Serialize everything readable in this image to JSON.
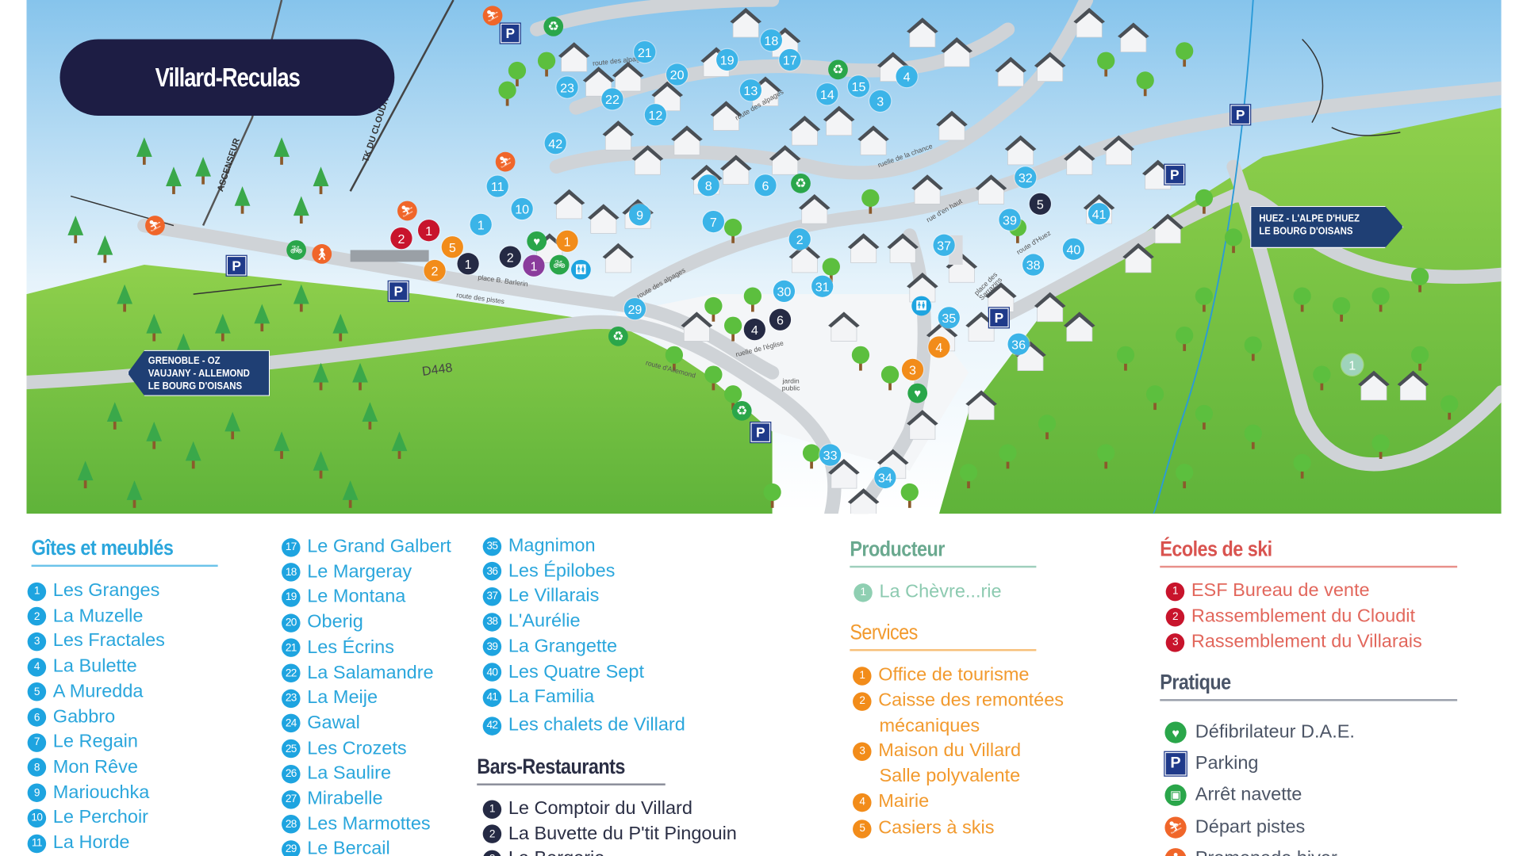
{
  "map": {
    "title": "Villard-Reculas",
    "sign_left": [
      "GRENOBLE - OZ",
      "VAUJANY - ALLEMOND",
      "LE BOURG D'OISANS"
    ],
    "sign_right": [
      "HUEZ - L'ALPE D'HUEZ",
      "LE BOURG D'OISANS"
    ],
    "road_number": "D448",
    "lifts": {
      "elevator": "ASCENSEUR",
      "tow": "TK DU CLOUDIT"
    },
    "road_labels": {
      "alpages_1": "route des alpages",
      "alpages_2": "route des alpages",
      "alpages_3": "route des alpages",
      "chance": "ruelle de la chance",
      "en_haut": "rue d'en haut",
      "huez": "route d'Huez",
      "sarrazins": "place des Sarrazins",
      "allemond": "route d'Allemond",
      "eglise": "ruelle de l'église",
      "jardin": "jardin public",
      "barlerin": "place B. Barlerin",
      "pistes": "route des pistes"
    },
    "markers": {
      "gites": [
        "21",
        "18",
        "19",
        "17",
        "20",
        "23",
        "22",
        "13",
        "14",
        "15",
        "4",
        "3",
        "12",
        "42",
        "11",
        "10",
        "8",
        "6",
        "9",
        "7",
        "1",
        "2",
        "32",
        "39",
        "41",
        "37",
        "40",
        "38",
        "30",
        "31",
        "29",
        "35",
        "36",
        "33",
        "34"
      ],
      "bars": [
        "1",
        "2",
        "5",
        "4",
        "6"
      ],
      "purple": [
        "1"
      ],
      "ski_schools": [
        "2",
        "1"
      ],
      "services": [
        "5",
        "2",
        "1",
        "4",
        "3"
      ],
      "producer": [
        "1"
      ]
    },
    "colors": {
      "gites": "#3bb4e8",
      "bars": "#252a44",
      "purple": "#8a3c9c",
      "ski_schools": "#c8142c",
      "services": "#f28c1a",
      "producer": "#9fd3bb",
      "parking": "#1f3a8a",
      "green_icons": "#2aa64a",
      "ski_start": "#f0662a"
    }
  },
  "legend": {
    "gites": {
      "title": "Gîtes et meublés",
      "items": [
        {
          "n": "1",
          "label": "Les Granges"
        },
        {
          "n": "2",
          "label": "La Muzelle"
        },
        {
          "n": "3",
          "label": "Les Fractales"
        },
        {
          "n": "4",
          "label": "La Bulette"
        },
        {
          "n": "5",
          "label": "A Muredda"
        },
        {
          "n": "6",
          "label": "Gabbro"
        },
        {
          "n": "7",
          "label": "Le Regain"
        },
        {
          "n": "8",
          "label": "Mon Rêve"
        },
        {
          "n": "9",
          "label": "Mariouchka"
        },
        {
          "n": "10",
          "label": "Le Perchoir"
        },
        {
          "n": "11",
          "label": "La Horde"
        },
        {
          "n": "17",
          "label": "Le Grand Galbert"
        },
        {
          "n": "18",
          "label": "Le Margeray"
        },
        {
          "n": "19",
          "label": "Le Montana"
        },
        {
          "n": "20",
          "label": "Oberig"
        },
        {
          "n": "21",
          "label": "Les Écrins"
        },
        {
          "n": "22",
          "label": "La Salamandre"
        },
        {
          "n": "23",
          "label": "La Meije"
        },
        {
          "n": "24",
          "label": "Gawal"
        },
        {
          "n": "25",
          "label": "Les Crozets"
        },
        {
          "n": "26",
          "label": "La Saulire"
        },
        {
          "n": "27",
          "label": "Mirabelle"
        },
        {
          "n": "28",
          "label": "Les Marmottes"
        },
        {
          "n": "29",
          "label": "Le Bercail"
        },
        {
          "n": "35",
          "label": "Magnimon"
        },
        {
          "n": "36",
          "label": "Les Épilobes"
        },
        {
          "n": "37",
          "label": "Le Villarais"
        },
        {
          "n": "38",
          "label": "L'Aurélie"
        },
        {
          "n": "39",
          "label": "La Grangette"
        },
        {
          "n": "40",
          "label": "Les Quatre Sept"
        },
        {
          "n": "41",
          "label": "La Familia"
        },
        {
          "n": "42",
          "label": "Les chalets de Villard"
        }
      ]
    },
    "bars": {
      "title": "Bars-Restaurants",
      "items": [
        {
          "n": "1",
          "label": "Le Comptoir du Villard"
        },
        {
          "n": "2",
          "label": "La Buvette du P'tit Pingouin"
        },
        {
          "n": "3",
          "label": "La Bergerie"
        }
      ]
    },
    "producteur": {
      "title": "Producteur",
      "items": [
        {
          "n": "1",
          "label": "La Chèvre...rie"
        }
      ]
    },
    "services": {
      "title": "Services",
      "items": [
        {
          "n": "1",
          "label": "Office de tourisme"
        },
        {
          "n": "2",
          "label": "Caisse des remontées",
          "label2": "mécaniques"
        },
        {
          "n": "3",
          "label": "Maison du Villard",
          "label2": "Salle polyvalente"
        },
        {
          "n": "4",
          "label": "Mairie"
        },
        {
          "n": "5",
          "label": "Casiers à skis"
        }
      ]
    },
    "ecoles": {
      "title": "Écoles de ski",
      "items": [
        {
          "n": "1",
          "label": "ESF Bureau de vente"
        },
        {
          "n": "2",
          "label": "Rassemblement du Cloudit"
        },
        {
          "n": "3",
          "label": "Rassemblement du Villarais"
        }
      ]
    },
    "pratique": {
      "title": "Pratique",
      "items": [
        {
          "icon": "defibrillator-icon",
          "label": "Défibrilateur D.A.E."
        },
        {
          "icon": "parking-icon",
          "label": "Parking"
        },
        {
          "icon": "shuttle-stop-icon",
          "label": "Arrêt navette"
        },
        {
          "icon": "ski-start-icon",
          "label": "Départ pistes"
        },
        {
          "icon": "winter-walk-icon",
          "label": "Promenade hiver"
        }
      ]
    }
  }
}
